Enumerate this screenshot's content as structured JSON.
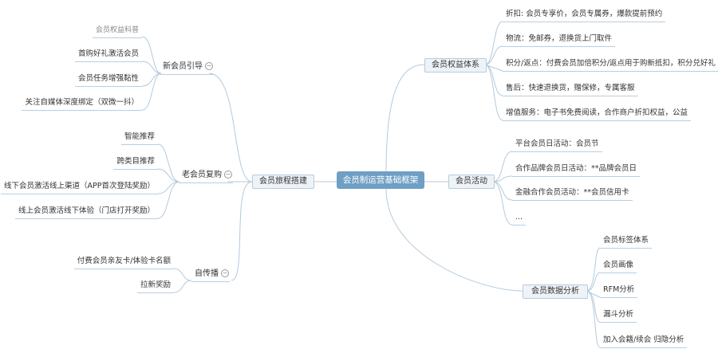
{
  "root": "会员制运营基础框架",
  "left": {
    "branch": "会员旅程搭建",
    "groups": [
      {
        "label": "新会员引导",
        "items": [
          "会员权益科普",
          "首购好礼激活会员",
          "会员任务增强黏性",
          "关注自媒体深度绑定（双微一抖）"
        ]
      },
      {
        "label": "老会员复购",
        "items": [
          "智能推荐",
          "跨类目推荐",
          "线下会员激活线上渠道（APP首次登陆奖励）",
          "线上会员激活线下体验（门店打开奖励）"
        ]
      },
      {
        "label": "自传播",
        "items": [
          "付费会员亲友卡/体验卡名额",
          "拉新奖励"
        ]
      }
    ]
  },
  "right": [
    {
      "label": "会员权益体系",
      "items": [
        "折扣: 会员专享价，会员专属券，爆款提前预约",
        "物流：免邮券，退换货上门取件",
        "积分/返点：付费会员加倍积分/返点用于购新抵扣，积分兑好礼",
        "售后：快速退换货，赠保修，专属客服",
        "增值服务：电子书免费阅读，合作商户折扣权益，公益"
      ]
    },
    {
      "label": "会员活动",
      "items": [
        "平台会员日活动：会员节",
        "合作品牌会员日活动：**品牌会员日",
        "金融合作会员活动：**会员信用卡",
        "..."
      ]
    },
    {
      "label": "会员数据分析",
      "items": [
        "会员标签体系",
        "会员画像",
        "RFM分析",
        "漏斗分析",
        "加入会籍/续会 归隐分析"
      ]
    }
  ],
  "colors": {
    "root": "#6f9fc4",
    "line": "#b3cadc",
    "box": "#eef3f8"
  }
}
